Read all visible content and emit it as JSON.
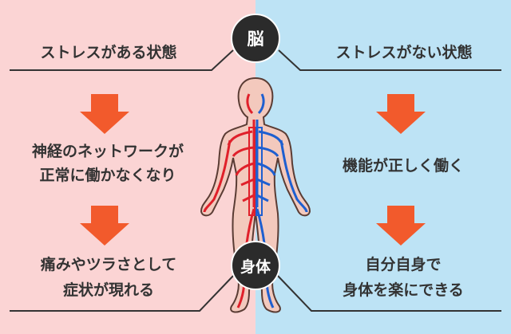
{
  "left": {
    "heading": "ストレスがある状態",
    "step2_line1": "神経のネットワークが",
    "step2_line2": "正常に働かなくなり",
    "step3_line1": "痛みやツラさとして",
    "step3_line2": "症状が現れる"
  },
  "right": {
    "heading": "ストレスがない状態",
    "step2": "機能が正しく働く",
    "step3_line1": "自分自身で",
    "step3_line2": "身体を楽にできる"
  },
  "center": {
    "brain_label": "脳",
    "body_label": "身体"
  },
  "colors": {
    "left_bg": "#fbd4d4",
    "right_bg": "#bde3f5",
    "arrow": "#f25a2c",
    "circle": "#2b2b2b",
    "nerve_red": "#e0202a",
    "nerve_blue": "#1e5fd0"
  }
}
